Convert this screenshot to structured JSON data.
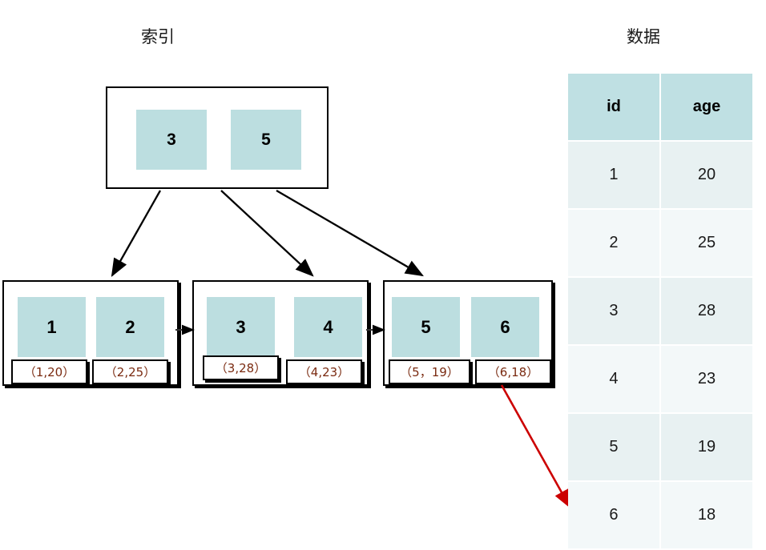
{
  "captions": {
    "index": "索引",
    "data": "数据"
  },
  "colors": {
    "key_cell_fill": "#bcdee0",
    "table_header_fill": "#bfe0e3",
    "table_row_odd": "#e8f1f2",
    "table_row_even": "#f3f8f9",
    "tuple_text": "#7a2a10",
    "node_border": "#000000",
    "pointer_arrow": "#000000",
    "highlight_arrow": "#cc0000"
  },
  "index_tree": {
    "root": {
      "name": "root-node",
      "keys": [
        "3",
        "5"
      ]
    },
    "leaves": [
      {
        "name": "leaf-node-1",
        "keys": [
          "1",
          "2"
        ],
        "tuples": [
          "（1,20）",
          "（2,25）"
        ]
      },
      {
        "name": "leaf-node-2",
        "keys": [
          "3",
          "4"
        ],
        "tuples": [
          "（3,28）",
          "（4,23）"
        ]
      },
      {
        "name": "leaf-node-3",
        "keys": [
          "5",
          "6"
        ],
        "tuples": [
          "（5，19）",
          "（6,18）"
        ]
      }
    ]
  },
  "data_table": {
    "headers": [
      "id",
      "age"
    ],
    "rows": [
      {
        "id": "1",
        "age": "20"
      },
      {
        "id": "2",
        "age": "25"
      },
      {
        "id": "3",
        "age": "28"
      },
      {
        "id": "4",
        "age": "23"
      },
      {
        "id": "5",
        "age": "19"
      },
      {
        "id": "6",
        "age": "18"
      }
    ]
  },
  "annotations": {
    "highlight_source": "（6,18）",
    "highlight_target_row": "6"
  }
}
